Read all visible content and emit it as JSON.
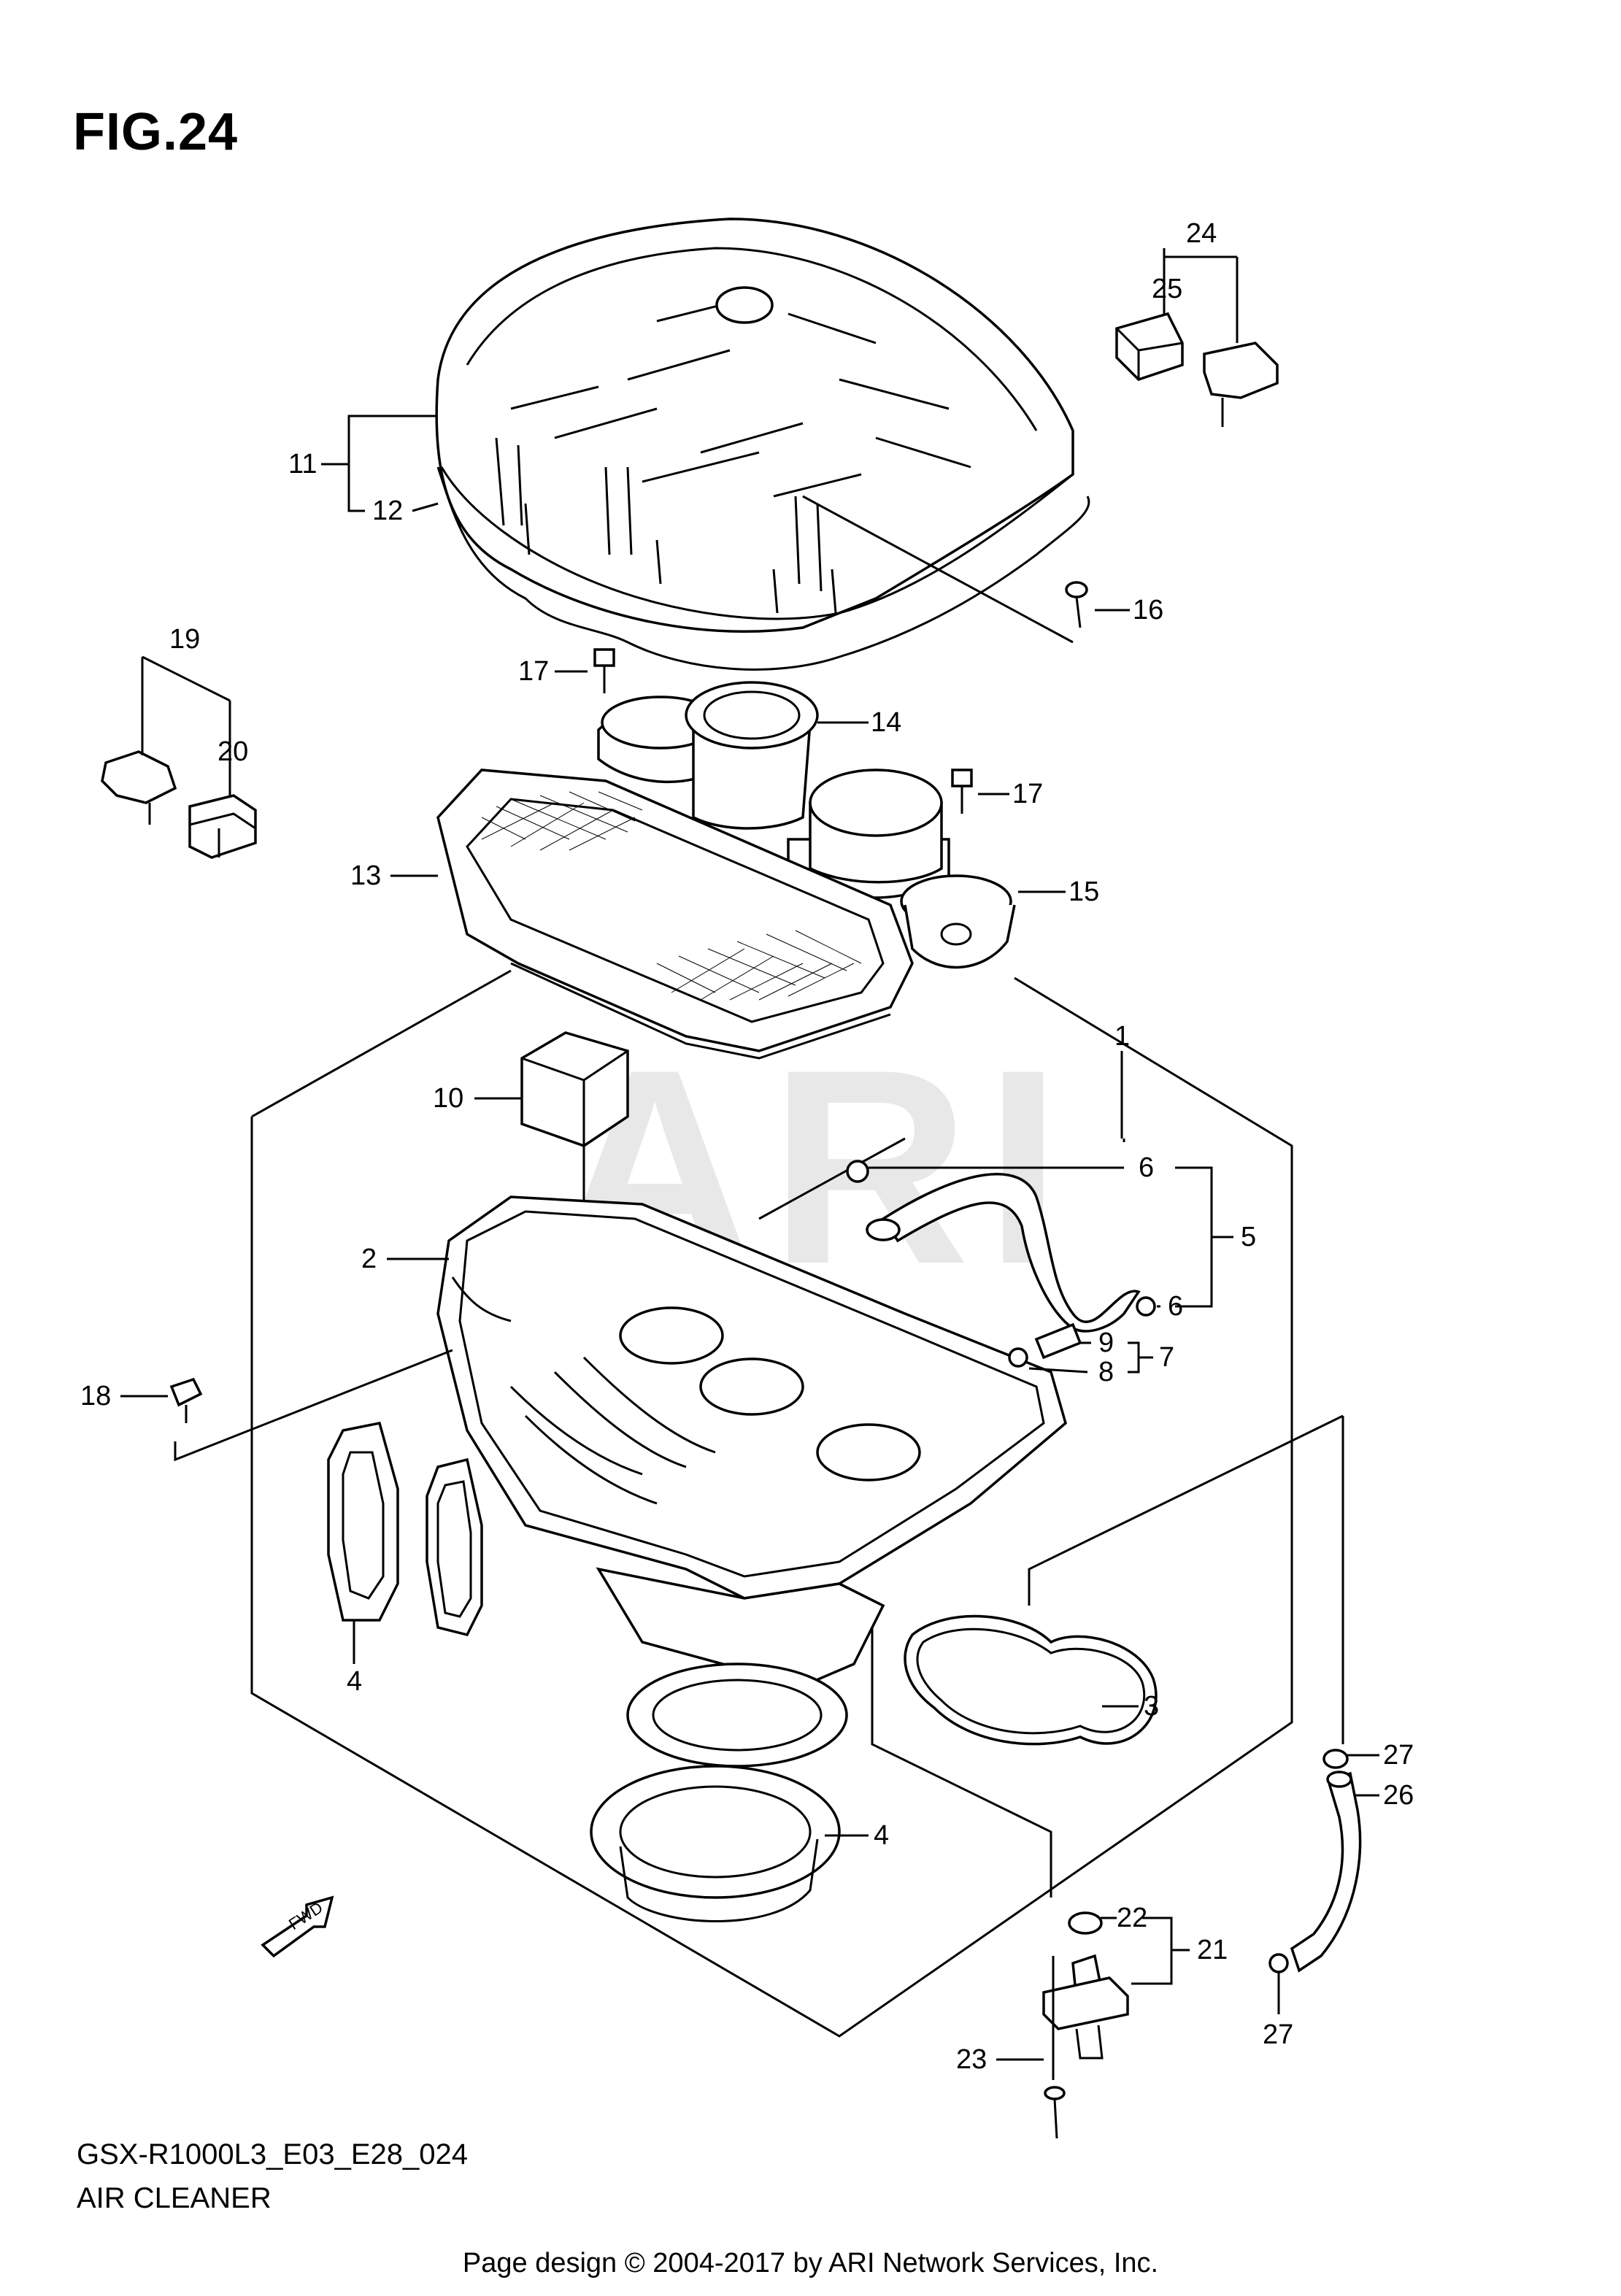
{
  "figure": {
    "title": "FIG.24",
    "model_code": "GSX-R1000L3_E03_E28_024",
    "section_name": "AIR CLEANER",
    "watermark": "ARI",
    "fwd_label": "FWD",
    "footer": "Page design © 2004-2017 by ARI Network Services, Inc."
  },
  "callouts": {
    "c1": "1",
    "c2": "2",
    "c3": "3",
    "c4a": "4",
    "c4b": "4",
    "c5": "5",
    "c6a": "6",
    "c6b": "6",
    "c7": "7",
    "c8": "8",
    "c9": "9",
    "c10": "10",
    "c11": "11",
    "c12": "12",
    "c13": "13",
    "c14": "14",
    "c15": "15",
    "c16": "16",
    "c17a": "17",
    "c17b": "17",
    "c18": "18",
    "c19": "19",
    "c20": "20",
    "c21": "21",
    "c22": "22",
    "c23": "23",
    "c24": "24",
    "c25": "25",
    "c26": "26",
    "c27a": "27",
    "c27b": "27"
  }
}
